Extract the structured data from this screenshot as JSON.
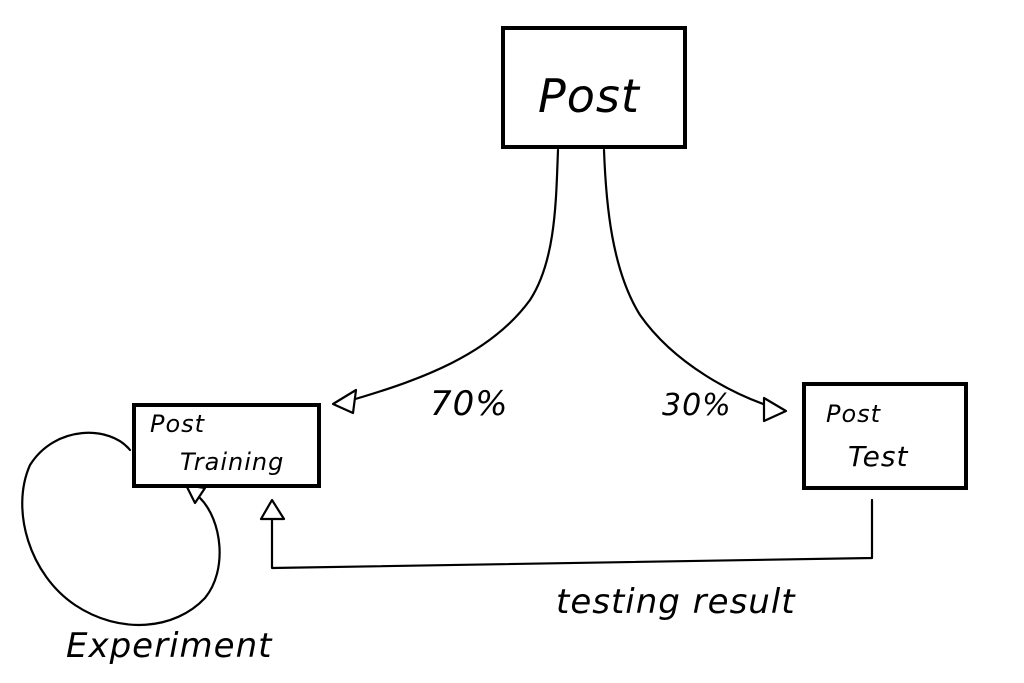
{
  "nodes": {
    "post": {
      "label": "Post"
    },
    "post_training": {
      "label_line1": "Post",
      "label_line2": "Training"
    },
    "post_test": {
      "label_line1": "Post",
      "label_line2": "Test"
    }
  },
  "edges": {
    "split_training": {
      "label": "70%"
    },
    "split_test": {
      "label": "30%"
    },
    "feedback": {
      "label": "testing result"
    },
    "loop": {
      "label": "Experiment"
    }
  },
  "colors": {
    "stroke": "#000000",
    "background": "#ffffff"
  }
}
